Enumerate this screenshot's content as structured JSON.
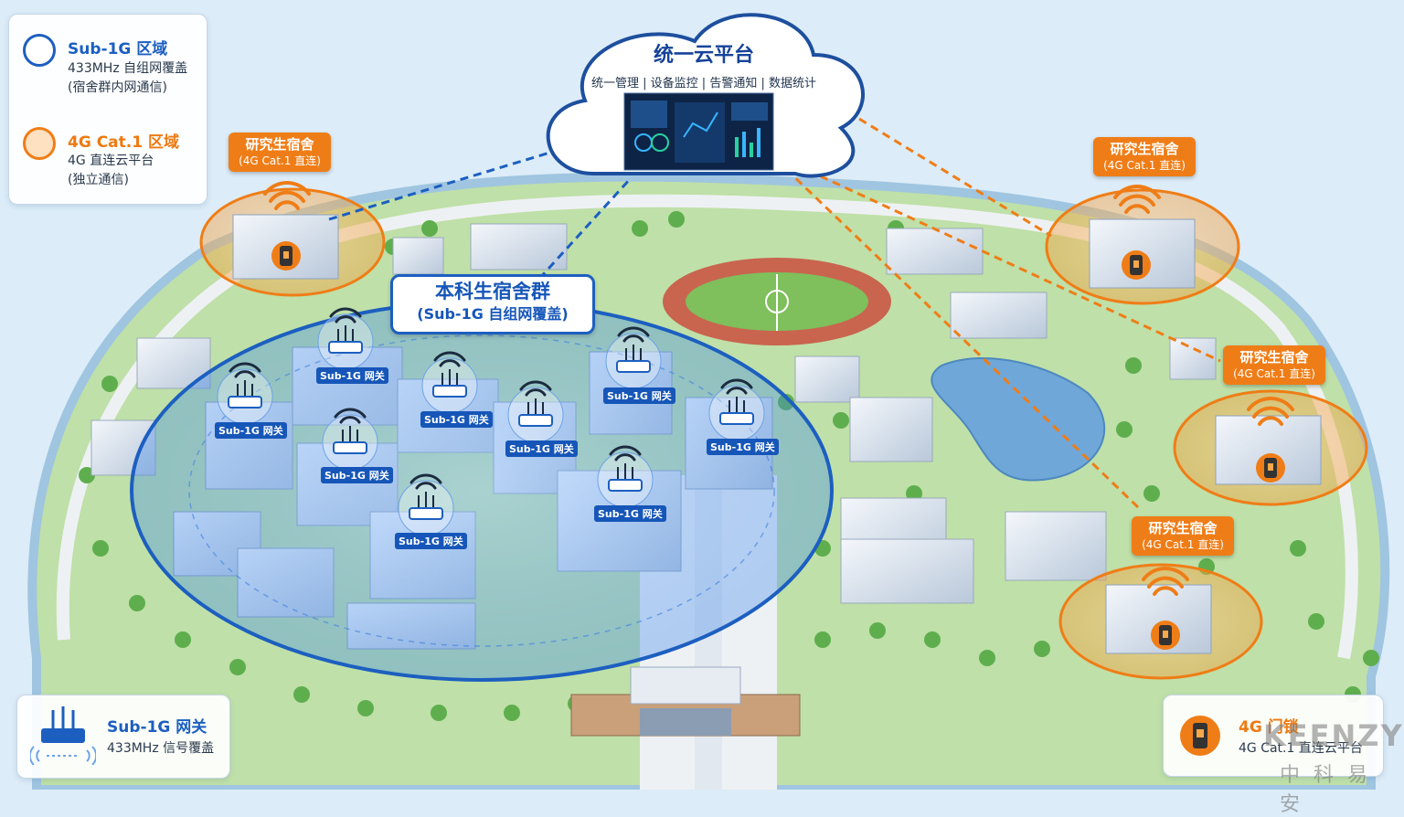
{
  "legend_top": {
    "sub1g": {
      "title": "Sub-1G 区域",
      "line1": "433MHz 自组网覆盖",
      "line2": "(宿舍群内网通信)"
    },
    "cat1": {
      "title": "4G Cat.1 区域",
      "line1": "4G 直连云平台",
      "line2": "(独立通信)"
    }
  },
  "cloud": {
    "title": "统一云平台",
    "subtitle": "统一管理 | 设备监控 | 告警通知 | 数据统计"
  },
  "undergrad_zone": {
    "title": "本科生宿舍群",
    "subtitle": "(Sub-1G 自组网覆盖)"
  },
  "gateway_label": "Sub-1G 网关",
  "grad_dorms": [
    {
      "title": "研究生宿舍",
      "subtitle": "(4G Cat.1 直连)"
    },
    {
      "title": "研究生宿舍",
      "subtitle": "(4G Cat.1 直连)"
    },
    {
      "title": "研究生宿舍",
      "subtitle": "(4G Cat.1 直连)"
    },
    {
      "title": "研究生宿舍",
      "subtitle": "(4G Cat.1 直连)"
    }
  ],
  "legend_bottom_left": {
    "title": "Sub-1G 网关",
    "text": "433MHz 信号覆盖"
  },
  "legend_bottom_right": {
    "title": "4G 门锁",
    "text": "4G Cat.1 直连云平台"
  },
  "watermark": {
    "brand": "KEENZY",
    "chinese": "中 科 易 安"
  },
  "colors": {
    "sub1g_blue": "#1c5fc0",
    "cat1_orange": "#ef7d17",
    "sky": "#dcecf8",
    "grass": "#bfe0a8",
    "road": "#eef1f4"
  }
}
